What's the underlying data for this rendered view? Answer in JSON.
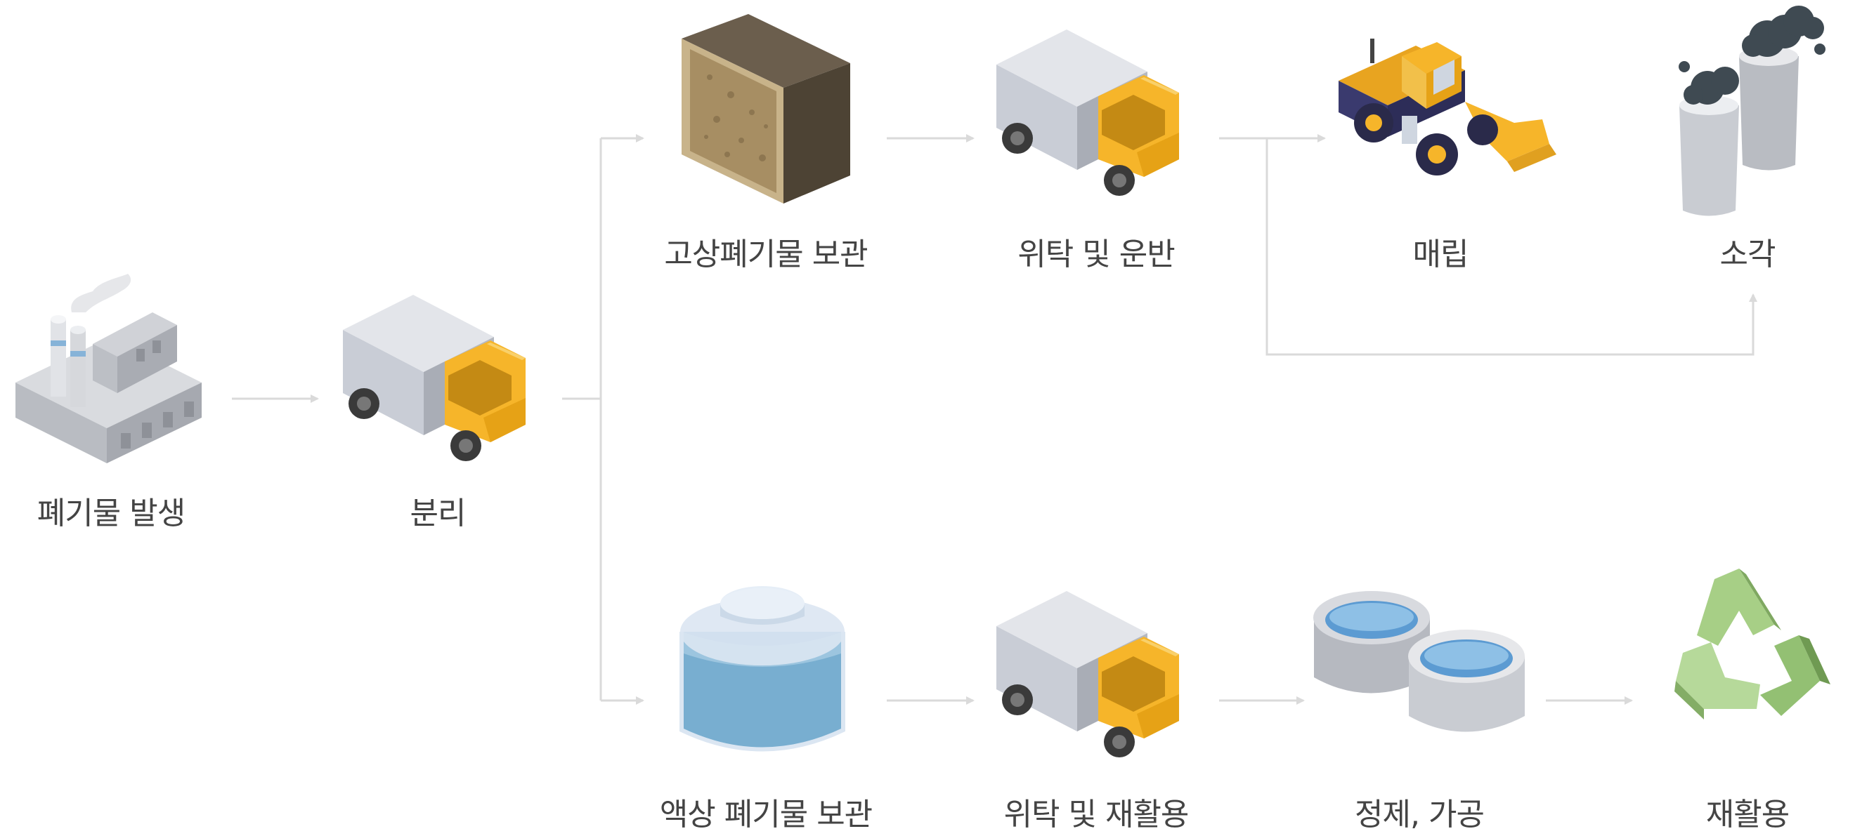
{
  "steps": {
    "waste_generation": "폐기물 발생",
    "separation": "분리",
    "solid_storage": "고상폐기물 보관",
    "consign_transport": "위탁 및 운반",
    "landfill": "매립",
    "incineration": "소각",
    "liquid_storage": "액상 폐기물 보관",
    "consign_recycle": "위탁 및 재활용",
    "refine_process": "정제, 가공",
    "recycle": "재활용"
  },
  "colors": {
    "arrow": "#dadada",
    "truck_body": "#c9cdd6",
    "truck_cab": "#f6b52a",
    "gray_building": "#b9bcc2",
    "soil": "#a78e63",
    "water": "#78aed0",
    "recycle_green": "#a7cf86"
  },
  "icons": {
    "waste_generation": "factory-icon",
    "separation": "truck-icon",
    "solid_storage": "soil-block-icon",
    "consign_transport": "truck-icon",
    "landfill": "wheel-loader-icon",
    "incineration": "smokestack-icon",
    "liquid_storage": "water-tank-icon",
    "consign_recycle": "truck-icon",
    "refine_process": "basins-icon",
    "recycle": "recycle-icon"
  }
}
